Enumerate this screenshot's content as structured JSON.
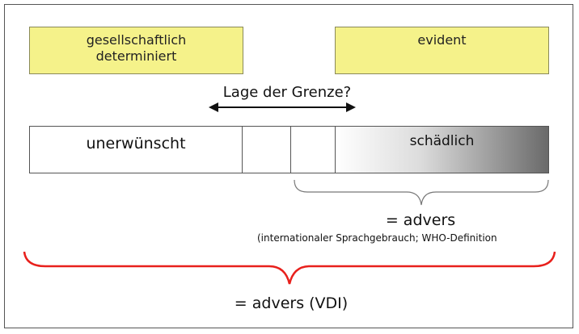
{
  "boxes": {
    "left_line1": "gesellschaftlich",
    "left_line2": "determiniert",
    "right": "evident",
    "fill_color": "#f5f28a"
  },
  "boundary_question": "Lage der Grenze?",
  "scale": {
    "segment_unerwuenscht": "unerwünscht",
    "segment_schaedlich": "schädlich"
  },
  "advers": {
    "label": "= advers",
    "note": "(internationaler Sprachgebrauch; WHO-Definition"
  },
  "advers_vdi": {
    "label": "= advers (VDI)",
    "brace_color": "#e8201c"
  }
}
